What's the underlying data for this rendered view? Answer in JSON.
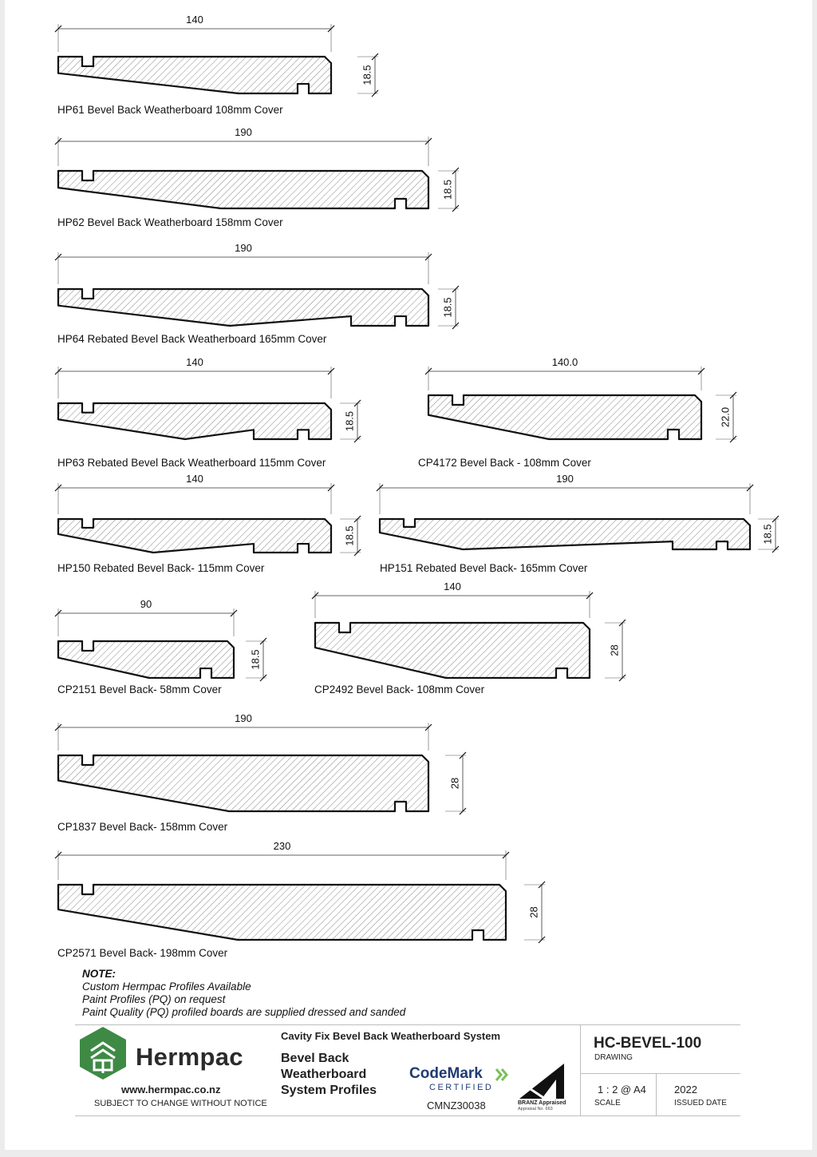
{
  "profiles": [
    {
      "label": "HP61 Bevel Back Weatherboard 108mm Cover",
      "width_label": "140",
      "height_label": "18.5"
    },
    {
      "label": "HP62 Bevel Back Weatherboard 158mm Cover",
      "width_label": "190",
      "height_label": "18.5"
    },
    {
      "label": "HP64 Rebated Bevel Back Weatherboard 165mm Cover",
      "width_label": "190",
      "height_label": "18.5"
    },
    {
      "label": "HP63 Rebated Bevel Back Weatherboard 115mm Cover",
      "width_label": "140",
      "height_label": "18.5"
    },
    {
      "label": "CP4172 Bevel Back - 108mm Cover",
      "width_label": "140.0",
      "height_label": "22.0"
    },
    {
      "label": "HP150 Rebated Bevel Back- 115mm Cover",
      "width_label": "140",
      "height_label": "18.5"
    },
    {
      "label": "HP151 Rebated Bevel Back- 165mm Cover",
      "width_label": "190",
      "height_label": "18.5"
    },
    {
      "label": "CP2151 Bevel Back- 58mm Cover",
      "width_label": "90",
      "height_label": "18.5"
    },
    {
      "label": "CP2492 Bevel Back- 108mm Cover",
      "width_label": "140",
      "height_label": "28"
    },
    {
      "label": "CP1837 Bevel Back- 158mm Cover",
      "width_label": "190",
      "height_label": "28"
    },
    {
      "label": "CP2571 Bevel Back- 198mm Cover",
      "width_label": "230",
      "height_label": "28"
    }
  ],
  "note": {
    "heading": "NOTE:",
    "lines": [
      "Custom Hermpac Profiles Available",
      "Paint Profiles (PQ) on request",
      "Paint Quality (PQ) profiled boards are supplied dressed and sanded"
    ]
  },
  "title_block": {
    "brand": "Hermpac",
    "website": "www.hermpac.co.nz",
    "subject_notice": "SUBJECT TO CHANGE WITHOUT NOTICE",
    "system_name": "Cavity Fix Bevel Back Weatherboard System",
    "title_lines": [
      "Bevel Back",
      "Weatherboard",
      "System Profiles"
    ],
    "codemark": "CodeMark",
    "certified": "CERTIFIED",
    "cert_number": "CMNZ30038",
    "branz": "BRANZ Appraised",
    "branz_no": "Appraisal No. 663",
    "drawing_code": "HC-BEVEL-100",
    "drawing_label": "DRAWING",
    "scale": "1 : 2 @ A4",
    "scale_label": "SCALE",
    "issued": "2022",
    "issued_label": "ISSUED DATE"
  },
  "colors": {
    "brand_green": "#3e8a45",
    "codemark_blue": "#1f3b73",
    "codemark_green": "#7bbf5a",
    "outline": "#111111",
    "hatch": "#7a7a7a"
  }
}
